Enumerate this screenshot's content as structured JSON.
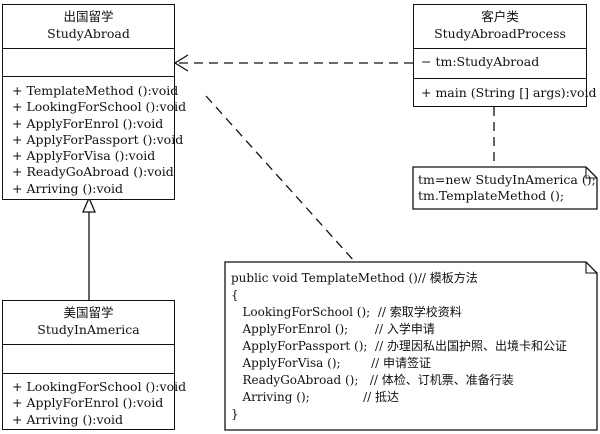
{
  "study_abroad": {
    "title_cn": "出国留学",
    "title_en": "StudyAbroad",
    "methods": [
      "+ TemplateMethod ():void",
      "+ LookingForSchool ():void",
      "+ ApplyForEnrol ():void",
      "+ ApplyForPassport ():void",
      "+ ApplyForVisa ():void",
      "+ ReadyGoAbroad ():void",
      "+ Arriving ():void"
    ]
  },
  "client": {
    "title_cn": "客户类",
    "title_en": "StudyAbroadProcess",
    "attribute": "− tm:StudyAbroad",
    "method": "+ main (String [] args):void"
  },
  "study_in_america": {
    "title_cn": "美国留学",
    "title_en": "StudyInAmerica",
    "methods": [
      "+ LookingForSchool ():void",
      "+ ApplyForEnrol ():void",
      "+ Arriving ():void"
    ]
  },
  "client_note": {
    "lines": [
      "tm=new StudyInAmerica ();",
      "tm.TemplateMethod ();"
    ]
  },
  "template_note": {
    "lines": [
      "public void TemplateMethod ()// 模板方法",
      "{",
      "   LookingForSchool ();  // 索取学校资料",
      "   ApplyForEnrol ();       // 入学申请",
      "   ApplyForPassport ();  // 办理因私出国护照、出境卡和公证",
      "   ApplyForVisa ();        // 申请签证",
      "   ReadyGoAbroad ();   // 体检、订机票、准备行装",
      "   Arriving ();              // 抵达",
      "}"
    ]
  }
}
